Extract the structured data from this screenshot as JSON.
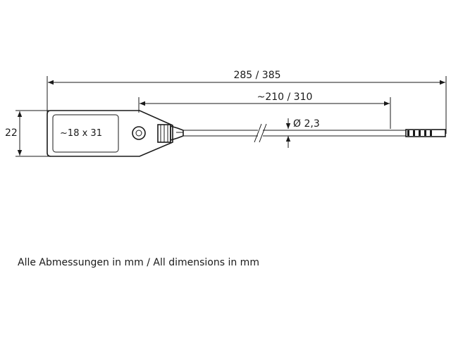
{
  "dimensions": {
    "total_length": "285 / 385",
    "cable_length": "~210 / 310",
    "height": "22",
    "diameter": "Ø 2,3",
    "label_size": "~18 x 31"
  },
  "caption": "Alle Abmessungen in mm / All dimensions in mm"
}
